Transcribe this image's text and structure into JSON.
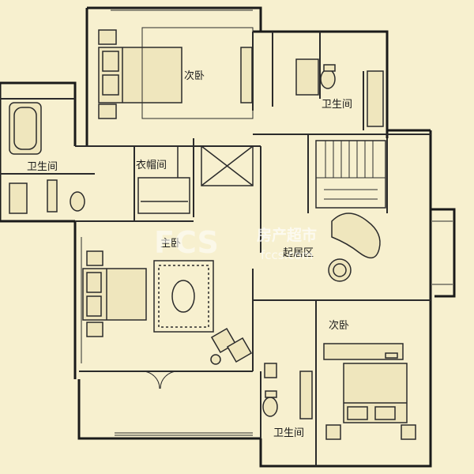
{
  "colors": {
    "paper": "#f7f0cf",
    "wall": "#1a1a1a",
    "line": "#2b2b2b",
    "fill_light": "#efe6bd",
    "watermark": "#ffffff"
  },
  "rooms": {
    "bedroom_top": "次卧",
    "bathroom_top_right": "卫生间",
    "bathroom_left": "卫生间",
    "closet": "衣帽间",
    "master_bedroom": "主卧",
    "living_area": "起居区",
    "bedroom_bottom_right": "次卧",
    "bathroom_bottom": "卫生间"
  },
  "watermark": {
    "logo_text": "FCS",
    "brand": "房产超市",
    "url": "fccs.com"
  }
}
